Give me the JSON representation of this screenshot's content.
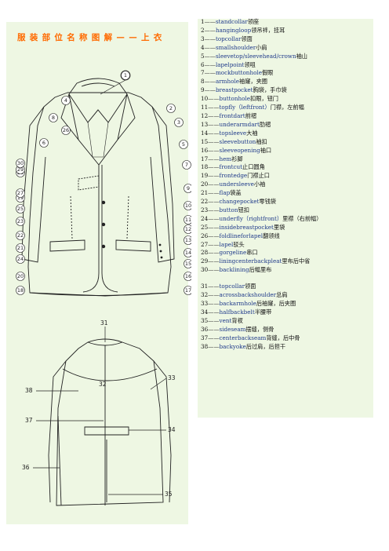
{
  "title": "服装部位名称图解——上衣",
  "glossary": [
    {
      "num": "1",
      "term": "standcollar",
      "cn": "领座"
    },
    {
      "num": "2",
      "term": "hangingloop",
      "cn": "领吊袢，挂耳"
    },
    {
      "num": "3",
      "term": "topcollar",
      "cn": "领面"
    },
    {
      "num": "4",
      "term": "smallshoulder",
      "cn": "小肩"
    },
    {
      "num": "5",
      "term": "sleevetop/sleevehead/crown",
      "cn": "袖山"
    },
    {
      "num": "6",
      "term": "lapelpoint",
      "cn": "领咀"
    },
    {
      "num": "7",
      "term": "mockbuttonhole",
      "cn": "假眼"
    },
    {
      "num": "8",
      "term": "armhole",
      "cn": "袖窿，夹圈"
    },
    {
      "num": "9",
      "term": "breastpocket",
      "cn": "胸袋，手巾袋"
    },
    {
      "num": "10",
      "term": "buttonhole",
      "cn": "扣眼，钮门"
    },
    {
      "num": "11",
      "term": "topfly（leftfront）",
      "cn": "门襟，左前幅"
    },
    {
      "num": "12",
      "term": "frontdart",
      "cn": "前褶"
    },
    {
      "num": "13",
      "term": "underarmdart",
      "cn": "肋褶"
    },
    {
      "num": "14",
      "term": "topsleeve",
      "cn": "大袖"
    },
    {
      "num": "15",
      "term": "sleevebutton",
      "cn": "袖扣"
    },
    {
      "num": "16",
      "term": "sleeveopening",
      "cn": "袖口"
    },
    {
      "num": "17",
      "term": "hem",
      "cn": "衫脚"
    },
    {
      "num": "18",
      "term": "frontcut",
      "cn": "止口圆角"
    },
    {
      "num": "19",
      "term": "frontedge",
      "cn": "门襟止口"
    },
    {
      "num": "20",
      "term": "undersleeve",
      "cn": "小袖"
    },
    {
      "num": "21",
      "term": "flap",
      "cn": "袋盖"
    },
    {
      "num": "22",
      "term": "changepocket",
      "cn": "零钱袋"
    },
    {
      "num": "23",
      "term": "button",
      "cn": "钮扣"
    },
    {
      "num": "24",
      "term": "underfly（rightfront）",
      "cn": "里襟（右前幅）"
    },
    {
      "num": "25",
      "term": "insidebreastpocket",
      "cn": "里袋"
    },
    {
      "num": "26",
      "term": "foldlineforlapel",
      "cn": "翻领线"
    },
    {
      "num": "27",
      "term": "lapel",
      "cn": "驳头"
    },
    {
      "num": "28",
      "term": "gorgeline",
      "cn": "串口"
    },
    {
      "num": "29",
      "term": "liningcenterbackpleat",
      "cn": "里布后中省"
    },
    {
      "num": "30",
      "term": "backlining",
      "cn": "后幅里布"
    },
    {
      "num": "31",
      "term": "topcollar",
      "cn": "领面"
    },
    {
      "num": "32",
      "term": "acrossbackshoulder",
      "cn": "总肩"
    },
    {
      "num": "33",
      "term": "backarmhole",
      "cn": "后袖窿，后夹圈"
    },
    {
      "num": "34",
      "term": "halfbackbelt",
      "cn": "半腰带"
    },
    {
      "num": "35",
      "term": "vent",
      "cn": "背衩"
    },
    {
      "num": "36",
      "term": "sideseam",
      "cn": "摆缝，侧骨"
    },
    {
      "num": "37",
      "term": "centerbackseam",
      "cn": "背缝，后中骨"
    },
    {
      "num": "38",
      "term": "backyoke",
      "cn": "后过肩，后担干"
    }
  ],
  "dash": "——",
  "front_markers": [
    "1",
    "2",
    "3",
    "4",
    "5",
    "6",
    "7",
    "8",
    "9",
    "10",
    "11",
    "12",
    "13",
    "14",
    "15",
    "16",
    "17",
    "18",
    "19",
    "20",
    "21",
    "22",
    "23",
    "24",
    "25",
    "26",
    "27",
    "28",
    "29",
    "30"
  ],
  "back_markers": [
    "31",
    "32",
    "33",
    "34",
    "35",
    "36",
    "37",
    "38"
  ]
}
